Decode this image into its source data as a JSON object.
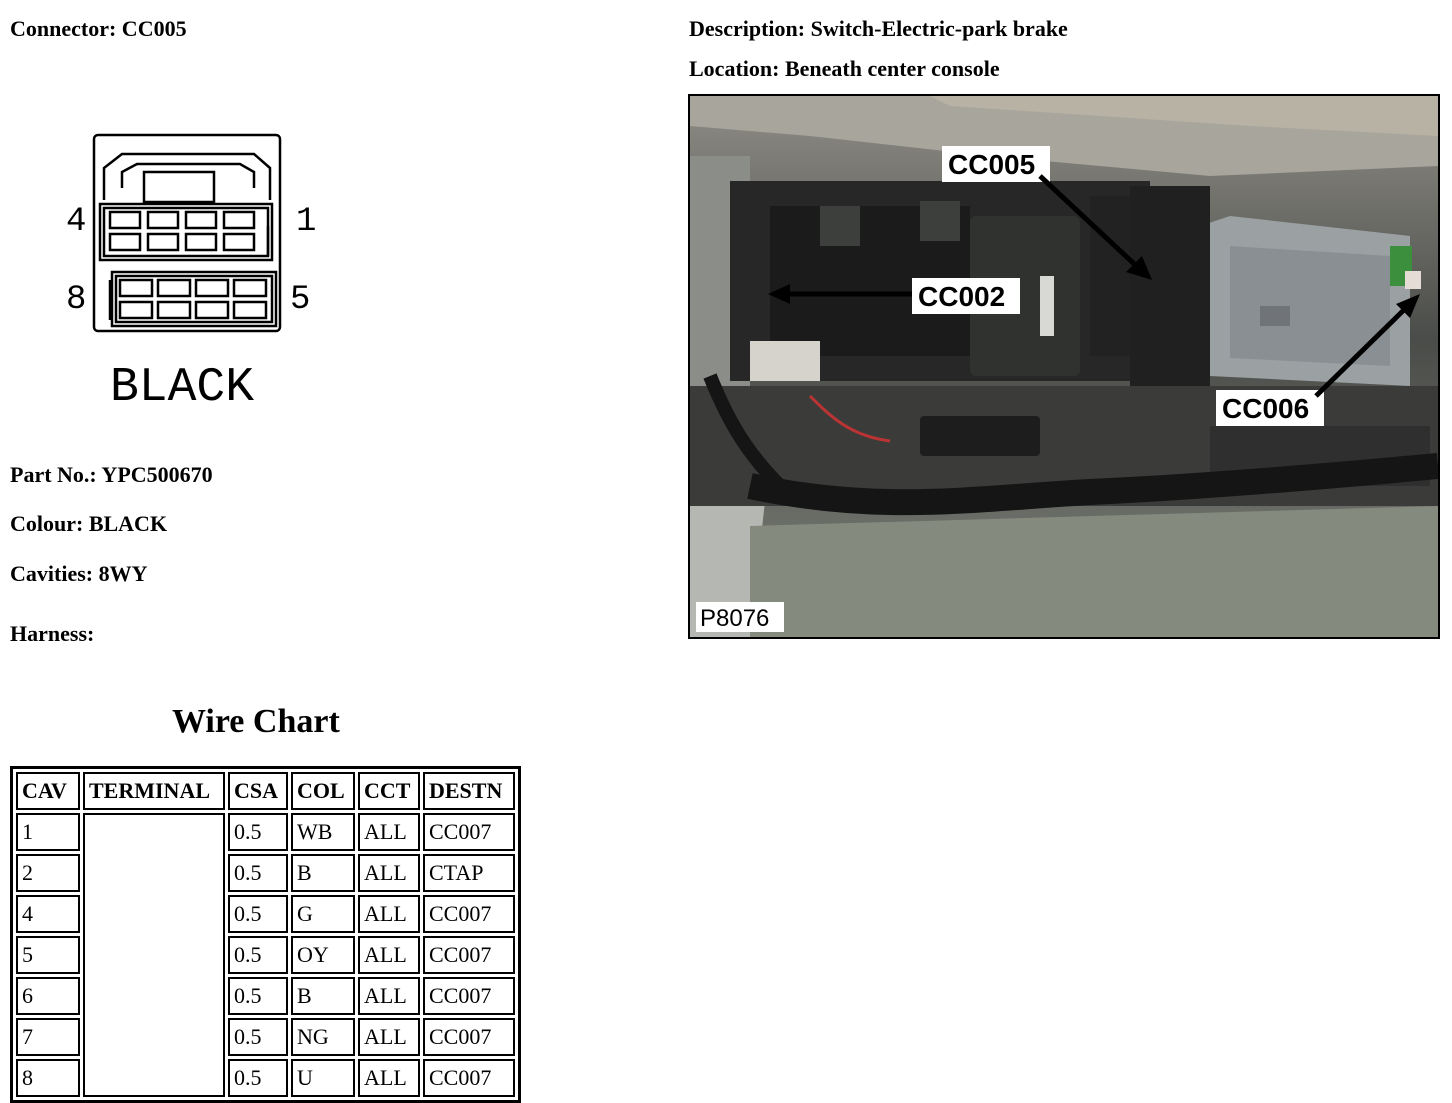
{
  "header": {
    "connector": "Connector: CC005",
    "description": "Description: Switch-Electric-park brake",
    "location": "Location: Beneath center console"
  },
  "connector_diagram": {
    "pin_top_left": "4",
    "pin_top_right": "1",
    "pin_bottom_left": "8",
    "pin_bottom_right": "5",
    "color_word": "BLACK"
  },
  "details": {
    "part_no": "Part No.: YPC500670",
    "colour": "Colour: BLACK",
    "cavities": "Cavities: 8WY",
    "harness": "Harness:"
  },
  "wire_chart": {
    "title": "Wire Chart",
    "headers": [
      "CAV",
      "TERMINAL",
      "CSA",
      "COL",
      "CCT",
      "DESTN"
    ],
    "rows": [
      [
        "1",
        "",
        "0.5",
        "WB",
        "ALL",
        "CC007"
      ],
      [
        "2",
        "",
        "0.5",
        "B",
        "ALL",
        "CTAP"
      ],
      [
        "4",
        "",
        "0.5",
        "G",
        "ALL",
        "CC007"
      ],
      [
        "5",
        "",
        "0.5",
        "OY",
        "ALL",
        "CC007"
      ],
      [
        "6",
        "",
        "0.5",
        "B",
        "ALL",
        "CC007"
      ],
      [
        "7",
        "",
        "0.5",
        "NG",
        "ALL",
        "CC007"
      ],
      [
        "8",
        "",
        "0.5",
        "U",
        "ALL",
        "CC007"
      ]
    ]
  },
  "photo": {
    "callouts": [
      "CC005",
      "CC002",
      "CC006"
    ],
    "image_id": "P8076"
  }
}
